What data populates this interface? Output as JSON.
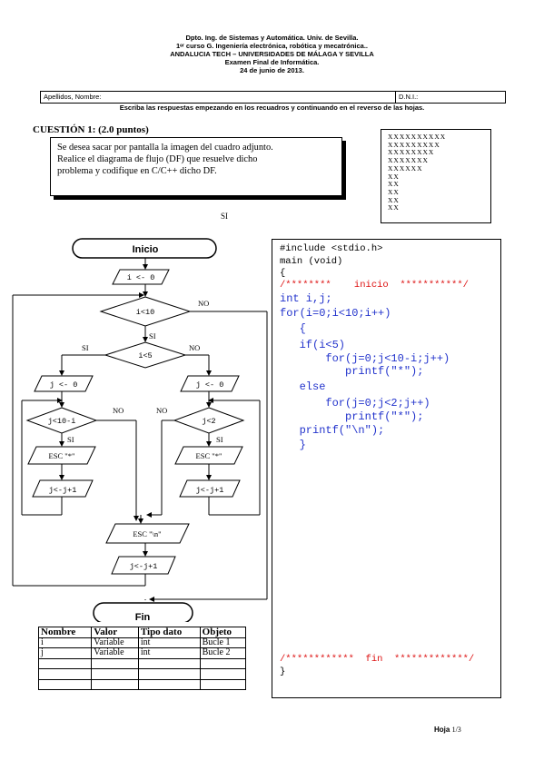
{
  "header": {
    "dept": "Dpto. Ing. de Sistemas y Automática. Univ. de Sevilla.",
    "course": "1ᵉʳ curso G. Ingeniería electrónica, robótica y mecatrónica..",
    "tech": "ANDALUCIA TECH – UNIVERSIDADES DE MÁLAGA Y  SEVILLA",
    "exam": "Examen Final de Informática.",
    "date": "24 de junio de 2013."
  },
  "id_row": {
    "name_label": "Apellidos, Nombre:",
    "dni_label": "D.N.I.:"
  },
  "instructions": "Escriba las respuestas empezando en los recuadros y continuando en el reverso de las hojas.",
  "question": {
    "title": "CUESTIÓN 1: (2.0 puntos)",
    "lines": [
      "Se desea sacar por pantalla la imagen del cuadro adjunto.",
      "Realice el diagrama de flujo (DF) que resuelve dicho",
      "problema y codifique en C/C++ dicho DF."
    ]
  },
  "pattern": [
    "XXXXXXXXXX",
    "XXXXXXXXX",
    "XXXXXXXX",
    "XXXXXXX",
    "XXXXXX",
    "XX",
    "XX",
    "XX",
    "XX",
    "XX"
  ],
  "si_label": "SI",
  "flowchart": {
    "start": "Inicio",
    "init_i": "i <- 0",
    "cond_i10": "i<10",
    "cond_i5": "i<5",
    "init_j_left": "j <- 0",
    "init_j_right": "j <- 0",
    "cond_j_left": "j<10-i",
    "cond_j_right": "j<2",
    "esc_star_left": "ESC \"*\"",
    "esc_star_right": "ESC \"*\"",
    "inc_j_left": "j<-j+1",
    "inc_j_right": "j<-j+1",
    "esc_n": "ESC \"\\n\"",
    "inc_bottom": "j<-j+1",
    "end": "Fin",
    "si": "SI",
    "no": "NO"
  },
  "code_lines": [
    {
      "text": "#include <stdio.h>",
      "style": "blk"
    },
    {
      "text": "main (void)",
      "style": "blk"
    },
    {
      "text": "{",
      "style": "blk"
    },
    {
      "text": "/********    inicio  ***********/",
      "style": "red"
    },
    {
      "text": "int i,j;",
      "style": "blu"
    },
    {
      "text": "for(i=0;i<10;i++)",
      "style": "blu"
    },
    {
      "text": "   {",
      "style": "blu"
    },
    {
      "text": "   if(i<5)",
      "style": "blu"
    },
    {
      "text": "       for(j=0;j<10-i;j++)",
      "style": "blu"
    },
    {
      "text": "          printf(\"*\");",
      "style": "blu"
    },
    {
      "text": "   else",
      "style": "blu"
    },
    {
      "text": "       for(j=0;j<2;j++)",
      "style": "blu"
    },
    {
      "text": "          printf(\"*\");",
      "style": "blu"
    },
    {
      "text": "   printf(\"\\n\");",
      "style": "blu"
    },
    {
      "text": "   }",
      "style": "blu"
    }
  ],
  "code_footer": {
    "fin": "/************  fin  *************/",
    "close": "}"
  },
  "var_table": {
    "headers": [
      "Nombre",
      "Valor",
      "Tipo dato",
      "Objeto"
    ],
    "rows": [
      [
        "i",
        "Variable",
        "int",
        "Bucle 1"
      ],
      [
        "j",
        "Variable",
        "int",
        "Bucle 2"
      ],
      [
        "",
        "",
        "",
        ""
      ],
      [
        "",
        "",
        "",
        ""
      ],
      [
        "",
        "",
        "",
        ""
      ]
    ]
  },
  "footer": {
    "label": "Hoja",
    "page": "1/3"
  }
}
